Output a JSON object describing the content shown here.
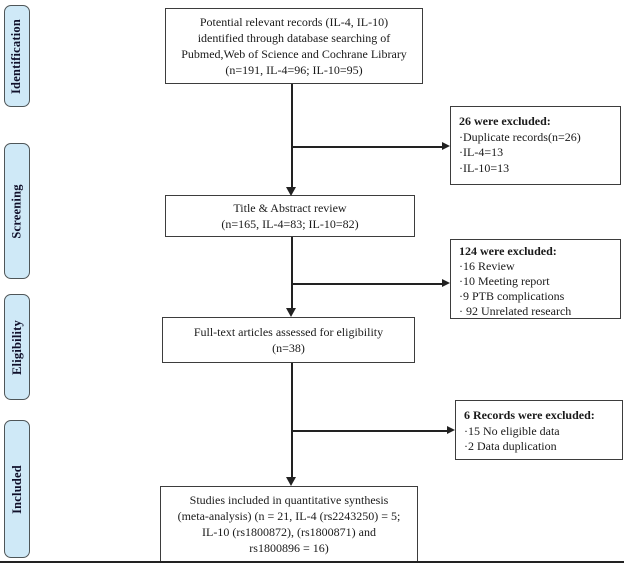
{
  "sidebar": {
    "stages": [
      {
        "label": "Identification"
      },
      {
        "label": "Screening"
      },
      {
        "label": "Eligibility"
      },
      {
        "label": "Included"
      }
    ]
  },
  "flow_boxes": [
    {
      "lines": [
        "Potential relevant records (IL-4, IL-10)",
        "identified through database searching of",
        "Pubmed,Web of Science and Cochrane Library",
        "(n=191, IL-4=96; IL-10=95)"
      ]
    },
    {
      "lines": [
        "Title & Abstract review",
        "(n=165, IL-4=83; IL-10=82)"
      ]
    },
    {
      "lines": [
        "Full-text articles assessed for eligibility",
        "(n=38)"
      ]
    },
    {
      "lines": [
        "Studies included in quantitative synthesis",
        "(meta-analysis) (n = 21, IL-4 (rs2243250) = 5;",
        "IL-10 (rs1800872), (rs1800871) and",
        "rs1800896 = 16)"
      ]
    }
  ],
  "exclusion_boxes": [
    {
      "title": "26 were excluded:",
      "items": [
        "·Duplicate records(n=26)",
        "·IL-4=13",
        "·IL-10=13"
      ]
    },
    {
      "title": "124 were excluded:",
      "items": [
        "·16 Review",
        "·10 Meeting report",
        "·9 PTB complications",
        "· 92 Unrelated research"
      ]
    },
    {
      "title": "6 Records were excluded:",
      "items": [
        "·15 No eligible data",
        "·2 Data duplication"
      ]
    }
  ],
  "colors": {
    "stage_fill": "#cfe9f7",
    "stage_border": "#4f5658",
    "box_border": "#3d3d3d",
    "arrow": "#222222",
    "text": "#1a1a1a"
  }
}
